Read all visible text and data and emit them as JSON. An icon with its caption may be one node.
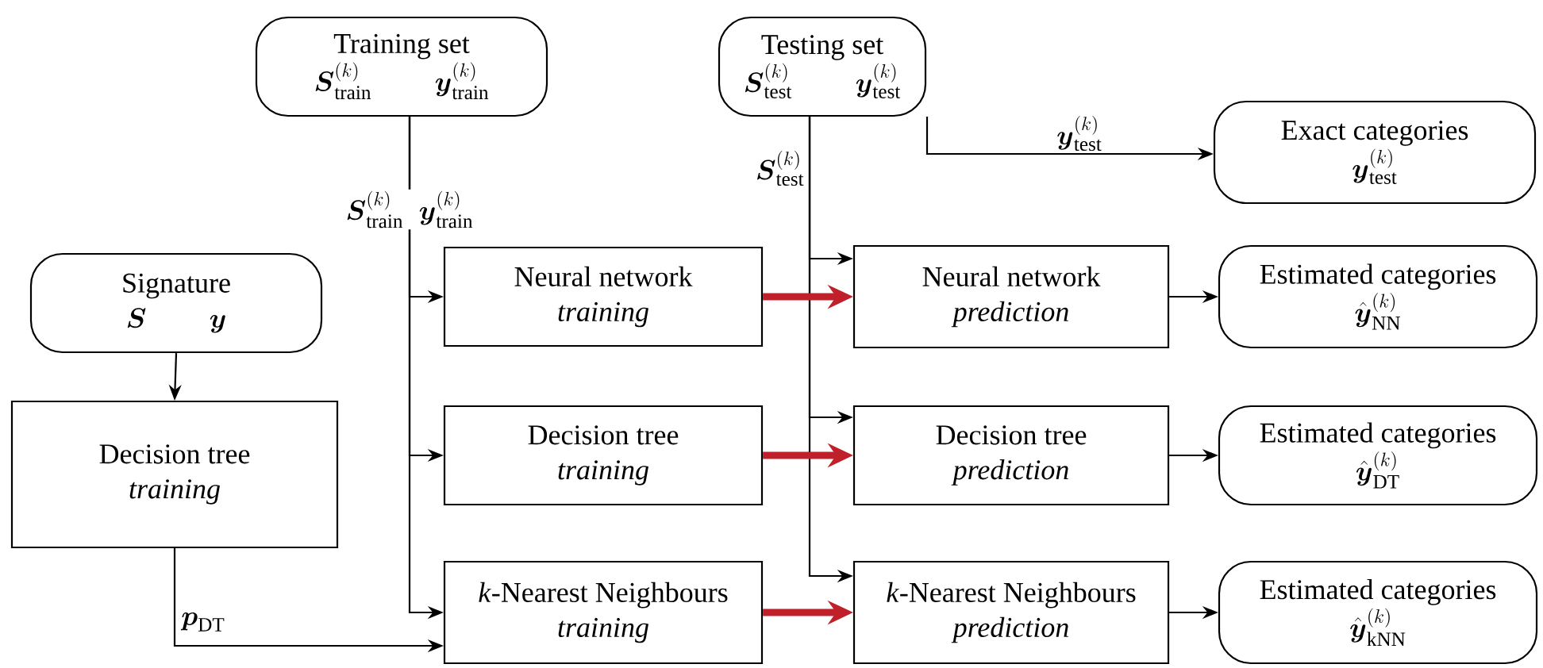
{
  "diagram": {
    "nodes": [
      {
        "text": [
          "Training set",
          "\\boldsymbol{S}^{(k)}_{\\mathrm{train}}",
          "\\boldsymbol{y}^{(k)}_{\\mathrm{train}}"
        ]
      },
      {
        "text": [
          "Testing set",
          "\\boldsymbol{S}^{(k)}_{\\mathrm{test}}",
          "\\boldsymbol{y}^{(k)}_{\\mathrm{test}}"
        ]
      },
      {
        "text": [
          "Exact categories",
          "\\boldsymbol{y}^{(k)}_{\\mathrm{test}}"
        ]
      },
      {
        "text": [
          "Signature",
          "\\boldsymbol{S}",
          "\\boldsymbol{y}"
        ]
      },
      {
        "text": [
          "Neural network",
          "training"
        ]
      },
      {
        "text": [
          "Neural network",
          "prediction"
        ]
      },
      {
        "text": [
          "Estimated categories",
          "\\hat{\\boldsymbol{y}}^{(k)}_{\\mathrm{NN}}"
        ]
      },
      {
        "text": [
          "Decision tree",
          "training"
        ]
      },
      {
        "text": [
          "Decision tree",
          "prediction"
        ]
      },
      {
        "text": [
          "Estimated categories",
          "\\hat{\\boldsymbol{y}}^{(k)}_{\\mathrm{DT}}"
        ]
      },
      {
        "text": [
          "Decision tree",
          "training"
        ]
      },
      {
        "text": [
          "*k*-Nearest Neighbours",
          "training"
        ]
      },
      {
        "text": [
          "*k*-Nearest Neighbours",
          "prediction"
        ]
      },
      {
        "text": [
          "Estimated categories",
          "\\hat{\\boldsymbol{y}}^{(k)}_{\\mathrm{kNN}}"
        ]
      }
    ],
    "edges": [
      {
        "from": 0,
        "to": 4,
        "arrow": "to",
        "label": "\\boldsymbol{S}^{(k)}_{\\mathrm{train}}\\;\\; \\boldsymbol{y}^{(k)}_{\\mathrm{train}}"
      },
      {
        "from": 0,
        "to": 7,
        "arrow": "to"
      },
      {
        "from": 0,
        "to": 11,
        "arrow": "to"
      },
      {
        "from": 1,
        "to": 5,
        "arrow": "to",
        "label": "\\boldsymbol{S}^{(k)}_{\\mathrm{test}}"
      },
      {
        "from": 1,
        "to": 8,
        "arrow": "to"
      },
      {
        "from": 1,
        "to": 12,
        "arrow": "to"
      },
      {
        "from": 1,
        "to": 2,
        "arrow": "to",
        "label": "\\boldsymbol{y}^{(k)}_{\\mathrm{test}}"
      },
      {
        "from": 3,
        "to": 10,
        "arrow": "to"
      },
      {
        "from": 10,
        "to": 11,
        "arrow": "to",
        "label": "\\boldsymbol{p}_{\\mathrm{DT}}"
      },
      {
        "from": 4,
        "to": 5,
        "arrow": "to",
        "style": "thick",
        "color": "#c0202a"
      },
      {
        "from": 7,
        "to": 8,
        "arrow": "to",
        "style": "thick",
        "color": "#c0202a"
      },
      {
        "from": 11,
        "to": 12,
        "arrow": "to",
        "style": "thick",
        "color": "#c0202a"
      },
      {
        "from": 5,
        "to": 6,
        "arrow": "to"
      },
      {
        "from": 8,
        "to": 9,
        "arrow": "to"
      },
      {
        "from": 12,
        "to": 13,
        "arrow": "to"
      }
    ]
  }
}
